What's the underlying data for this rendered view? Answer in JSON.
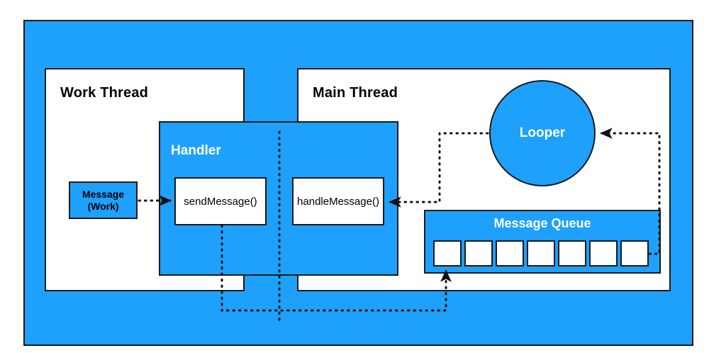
{
  "diagram": {
    "title": "Android Handler / Looper / MessageQueue threading diagram",
    "colors": {
      "blue": "#1da1fd",
      "white": "#ffffff",
      "outline": "#1a1a1a"
    },
    "threads": [
      {
        "id": "work-thread",
        "label": "Work Thread"
      },
      {
        "id": "main-thread",
        "label": "Main Thread"
      }
    ],
    "handler": {
      "label": "Handler",
      "methods": [
        {
          "id": "send-message",
          "label": "sendMessage()"
        },
        {
          "id": "handle-message",
          "label": "handleMessage()"
        }
      ]
    },
    "message": {
      "line1": "Message",
      "line2": "(Work)"
    },
    "looper": {
      "label": "Looper"
    },
    "message_queue": {
      "label": "Message Queue",
      "slot_count": 7,
      "slots": [
        "",
        "",
        "",
        "",
        "",
        "",
        ""
      ]
    },
    "connections": [
      {
        "id": "message-to-send",
        "from": "Message (Work)",
        "to": "sendMessage()",
        "style": "dotted-arrow"
      },
      {
        "id": "send-to-queue",
        "from": "sendMessage()",
        "to": "Message Queue",
        "style": "dotted-arrow"
      },
      {
        "id": "queue-to-looper",
        "from": "Message Queue",
        "to": "Looper",
        "style": "dotted-arrow"
      },
      {
        "id": "looper-to-handle",
        "from": "Looper",
        "to": "handleMessage()",
        "style": "dotted-arrow"
      }
    ]
  }
}
